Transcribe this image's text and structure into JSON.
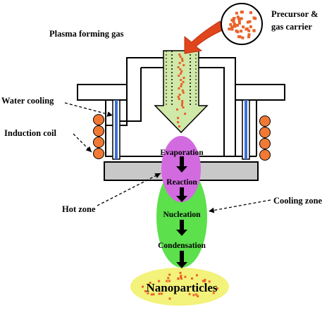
{
  "labels": {
    "plasma_forming_gas": "Plasma forming gas",
    "precursor_line1": "Precursor &",
    "precursor_line2": "gas carrier",
    "water_cooling": "Water cooling",
    "induction_coil": "Induction coil",
    "hot_zone": "Hot zone",
    "cooling_zone": "Cooling zone",
    "evaporation": "Evaporation",
    "reaction": "Reaction",
    "nucleation": "Nucleation",
    "condensation": "Condensation",
    "nanoparticles": "Nanoparticles"
  },
  "colors": {
    "particle": "#e8642a",
    "plasma_arrow": "#d0e8a8",
    "coil_fill": "#f07a35",
    "water_cooling": "#3b6fd6",
    "hot_zone": "#d36be0",
    "cooling_zone": "#5ce04c",
    "nanoparticle_zone": "#f3f27a",
    "base_plate": "#c8c8c8",
    "curved_arrow": "#e0451c"
  },
  "icons": {
    "process_step": "down-arrow-icon",
    "feed": "curved-arrow-icon"
  }
}
